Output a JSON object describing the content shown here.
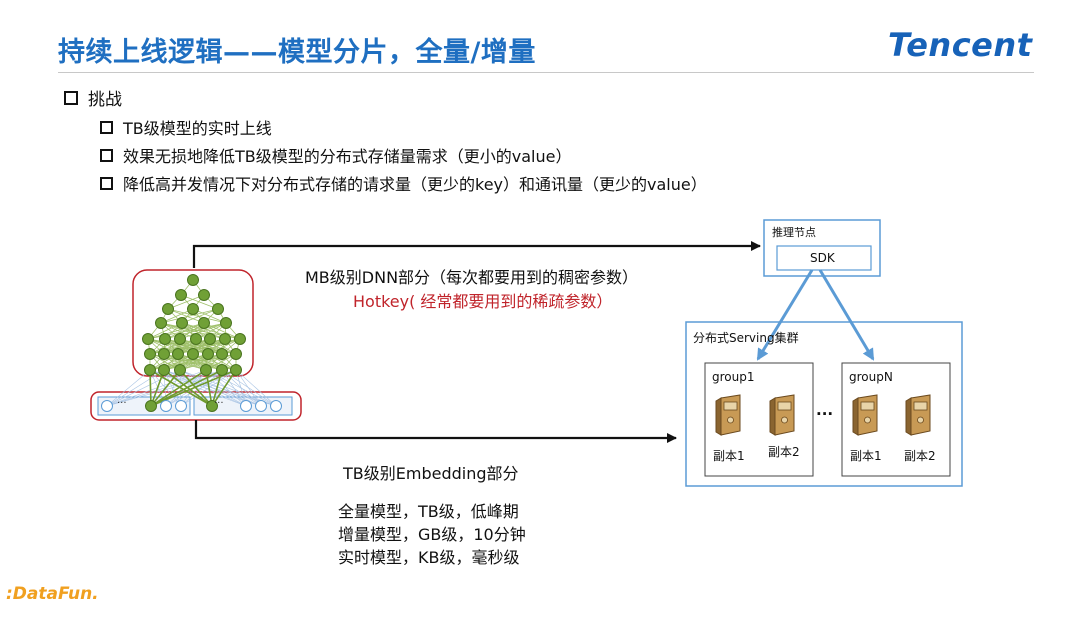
{
  "title": "持续上线逻辑——模型分片，全量/增量",
  "brand": "Tencent",
  "challenges": {
    "heading": "挑战",
    "items": [
      "TB级模型的实时上线",
      "效果无损地降低TB级模型的分布式存储量需求（更小的value）",
      "降低高并发情况下对分布式存储的请求量（更少的key）和通讯量（更少的value）"
    ]
  },
  "diagram": {
    "dnn_label": "MB级别DNN部分（每次都要用到的稠密参数）",
    "hotkey_label": "Hotkey( 经常都要用到的稀疏参数）",
    "embedding_label": "TB级别Embedding部分",
    "model_types": [
      "全量模型，TB级，低峰期",
      "增量模型，GB级，10分钟",
      "实时模型，KB级，毫秒级"
    ],
    "inference_node": {
      "title": "推理节点",
      "sdk": "SDK"
    },
    "cluster": {
      "title": "分布式Serving集群",
      "ellipsis": "...",
      "groups": [
        {
          "name": "group1",
          "replicas": [
            "副本1",
            "副本2"
          ]
        },
        {
          "name": "groupN",
          "replicas": [
            "副本1",
            "副本2"
          ]
        }
      ]
    },
    "embedding_ellipsis": "···",
    "colors": {
      "node_fill": "#70a036",
      "node_stroke": "#4a7420",
      "box_red": "#c0242b",
      "box_blue": "#5b9bd5",
      "arrow_blue": "#5b9bd5"
    }
  },
  "footer_logo": ":DataFun."
}
